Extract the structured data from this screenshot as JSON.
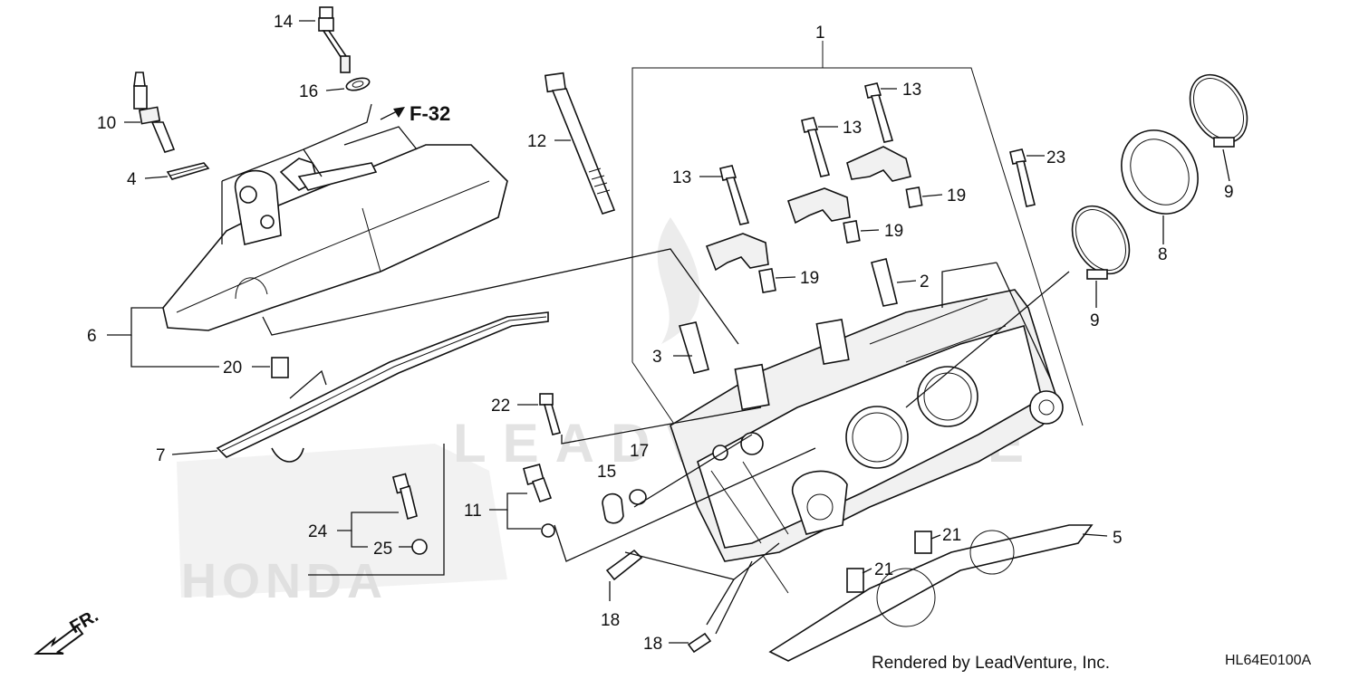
{
  "callouts": {
    "c1": "1",
    "c2": "2",
    "c3": "3",
    "c4": "4",
    "c5": "5",
    "c6": "6",
    "c7": "7",
    "c8": "8",
    "c9a": "9",
    "c9b": "9",
    "c10": "10",
    "c11": "11",
    "c12": "12",
    "c13a": "13",
    "c13b": "13",
    "c13c": "13",
    "c14": "14",
    "c15": "15",
    "c16": "16",
    "c17": "17",
    "c18a": "18",
    "c18b": "18",
    "c19a": "19",
    "c19b": "19",
    "c19c": "19",
    "c20": "20",
    "c21a": "21",
    "c21b": "21",
    "c22": "22",
    "c23": "23",
    "c24": "24",
    "c25": "25"
  },
  "reference": "F-32",
  "direction": "FR.",
  "watermark": "LEADVENTURE",
  "brand_logo": "HONDA",
  "footer": {
    "rendered_by": "Rendered by LeadVenture, Inc.",
    "diagram_code": "HL64E0100A"
  }
}
